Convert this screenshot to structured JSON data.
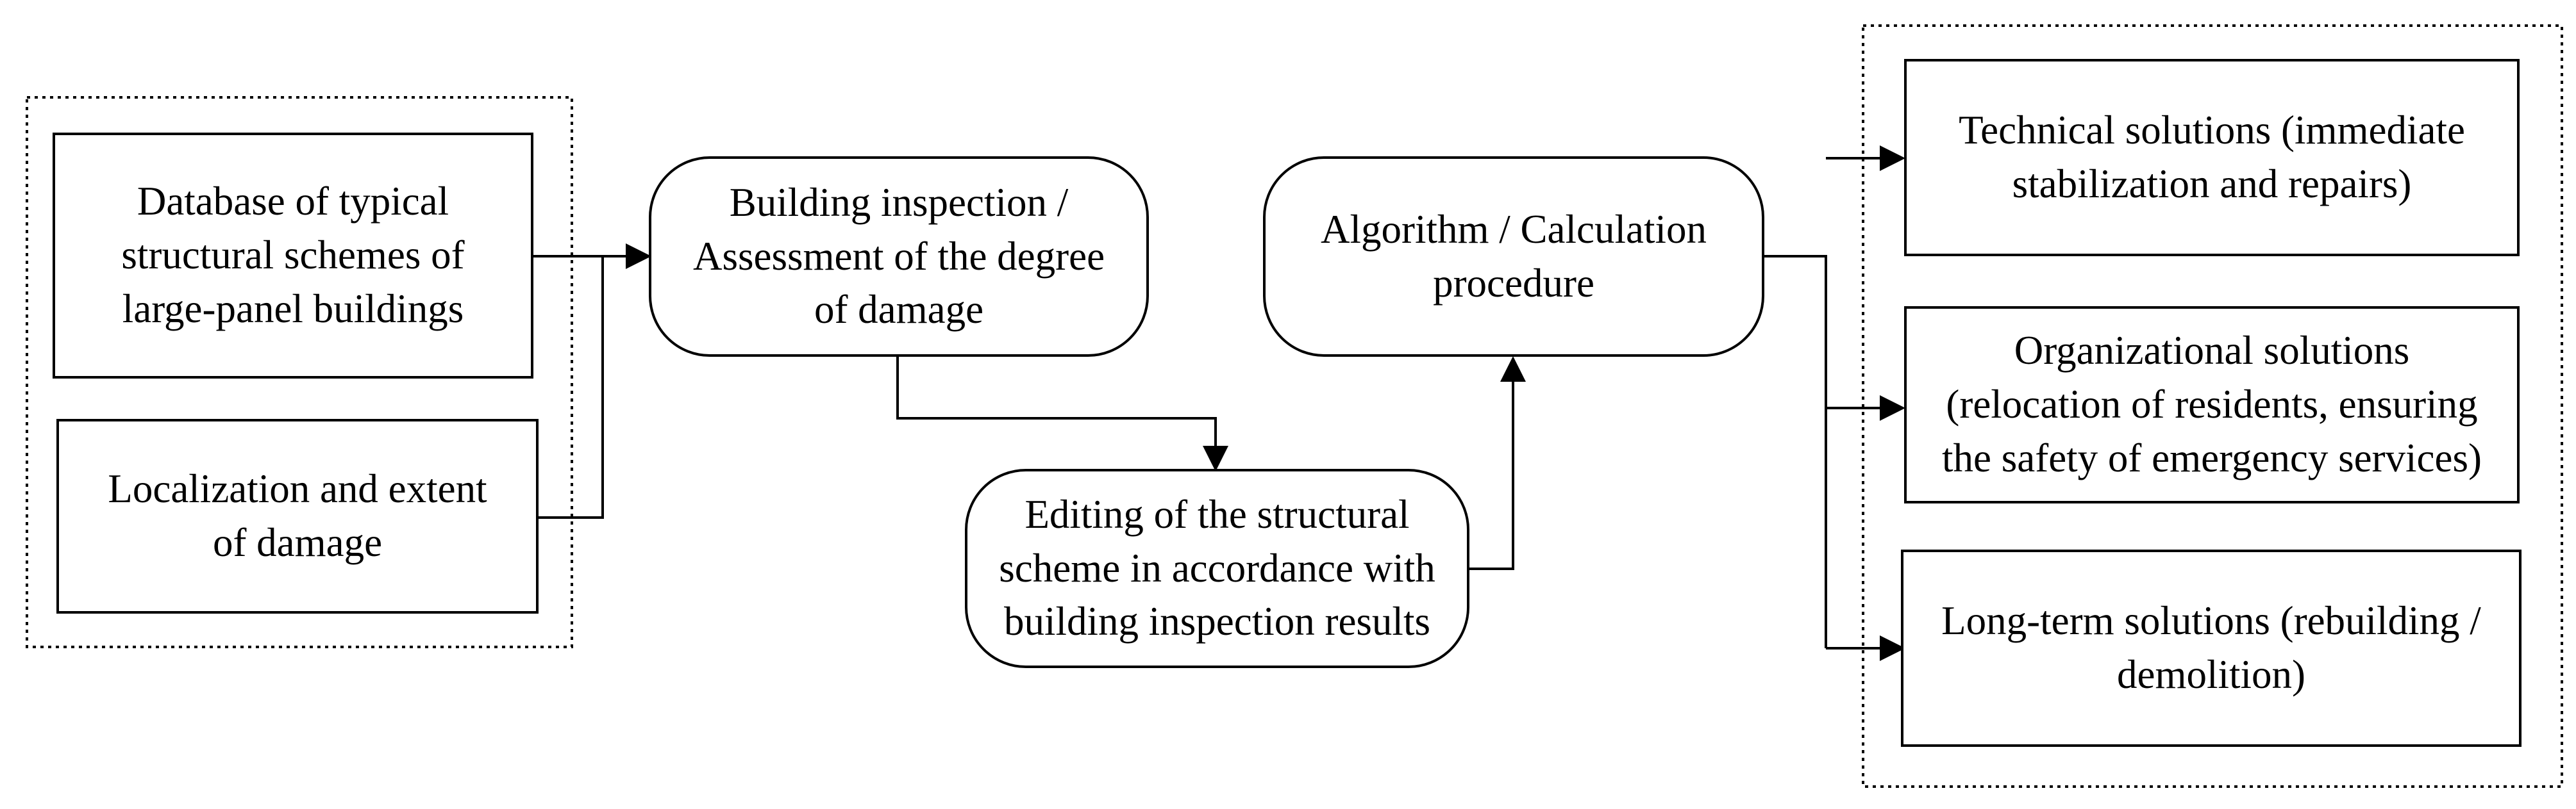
{
  "nodes": {
    "database": "Database of typical\nstructural schemes of\nlarge-panel buildings",
    "localization": "Localization and extent\nof damage",
    "inspection": "Building inspection /\nAssessment of the degree\nof damage",
    "editing": "Editing of the structural\nscheme in accordance with\nbuilding inspection results",
    "algorithm": "Algorithm / Calculation\nprocedure",
    "technical": "Technical solutions (immediate\nstabilization and repairs)",
    "organizational": "Organizational solutions\n(relocation of residents, ensuring\nthe safety of emergency services)",
    "longterm": "Long-term solutions (rebuilding /\ndemolition)"
  },
  "edges": [
    {
      "from": "database",
      "to": "inspection"
    },
    {
      "from": "localization",
      "to": "inspection"
    },
    {
      "from": "inspection",
      "to": "editing"
    },
    {
      "from": "editing",
      "to": "algorithm"
    },
    {
      "from": "algorithm",
      "to": "technical"
    },
    {
      "from": "algorithm",
      "to": "organizational"
    },
    {
      "from": "algorithm",
      "to": "longterm"
    }
  ]
}
